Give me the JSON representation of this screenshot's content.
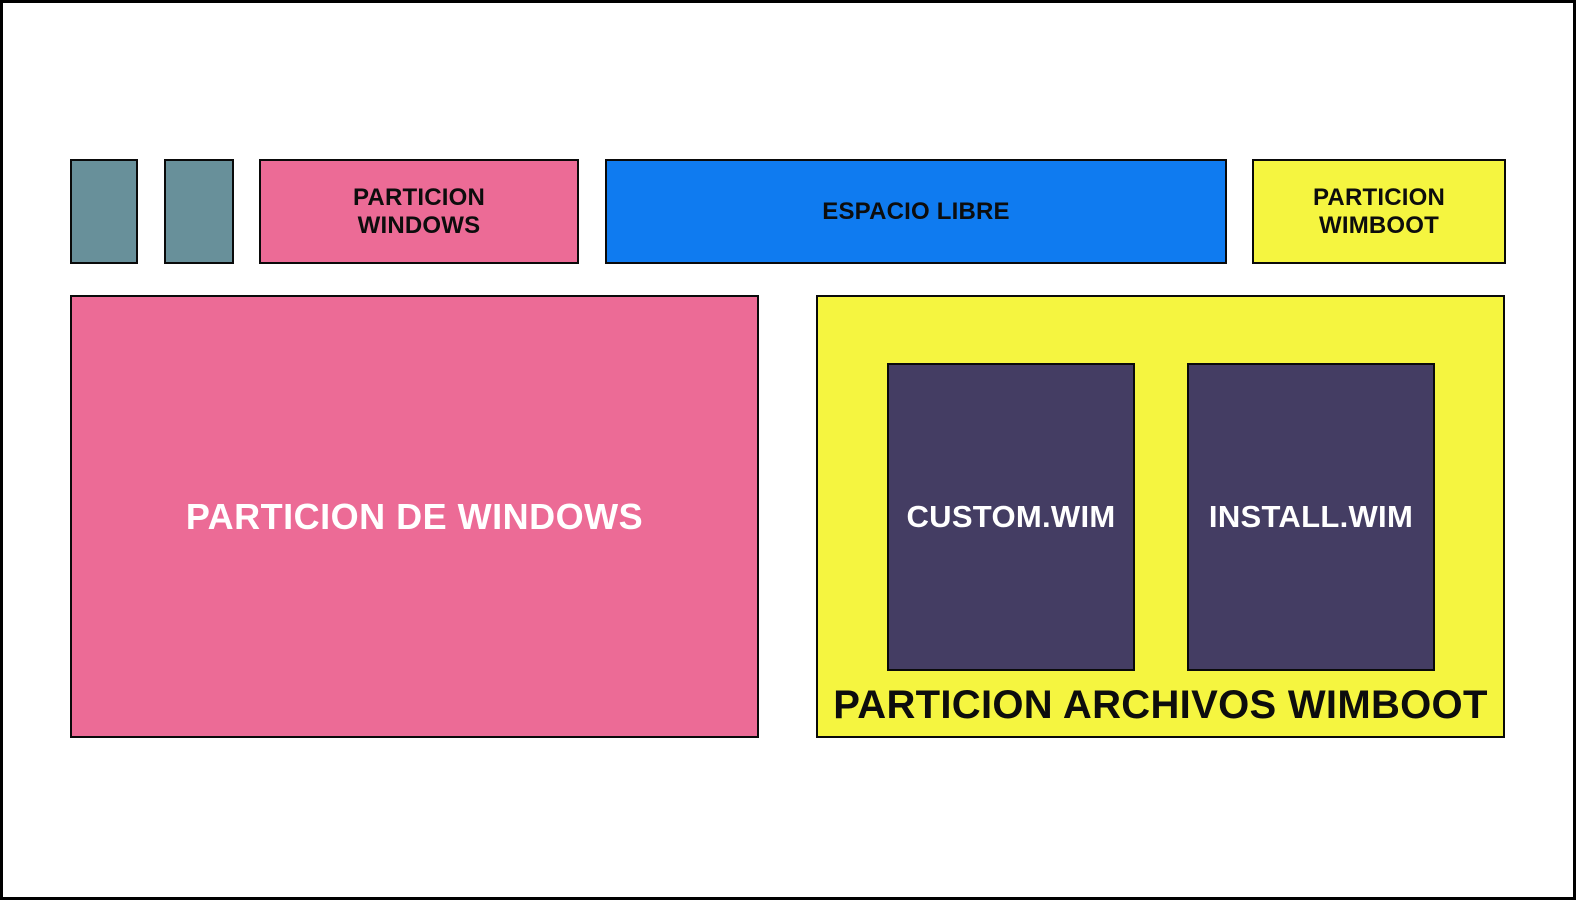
{
  "colors": {
    "background": "#FFFFFF",
    "outline": "#000000",
    "teal": "#68909A",
    "pink": "#EC6B96",
    "blue": "#0F7BF0",
    "yellow": "#F5F540",
    "dark_purple": "#443D63",
    "text_dark": "#0D0D0D",
    "text_light": "#FFFFFF"
  },
  "top_row": {
    "small_partitions": [
      {
        "label": ""
      },
      {
        "label": ""
      }
    ],
    "particion_windows": {
      "label": "PARTICION\nWINDOWS"
    },
    "espacio_libre": {
      "label": "ESPACIO LIBRE"
    },
    "particion_wimboot": {
      "label": "PARTICION\nWIMBOOT"
    }
  },
  "bottom_row": {
    "particion_de_windows": {
      "label": "PARTICION DE WINDOWS"
    },
    "particion_archivos_wimboot": {
      "label": "PARTICION ARCHIVOS WIMBOOT",
      "files": [
        {
          "label": "CUSTOM.WIM"
        },
        {
          "label": "INSTALL.WIM"
        }
      ]
    }
  }
}
